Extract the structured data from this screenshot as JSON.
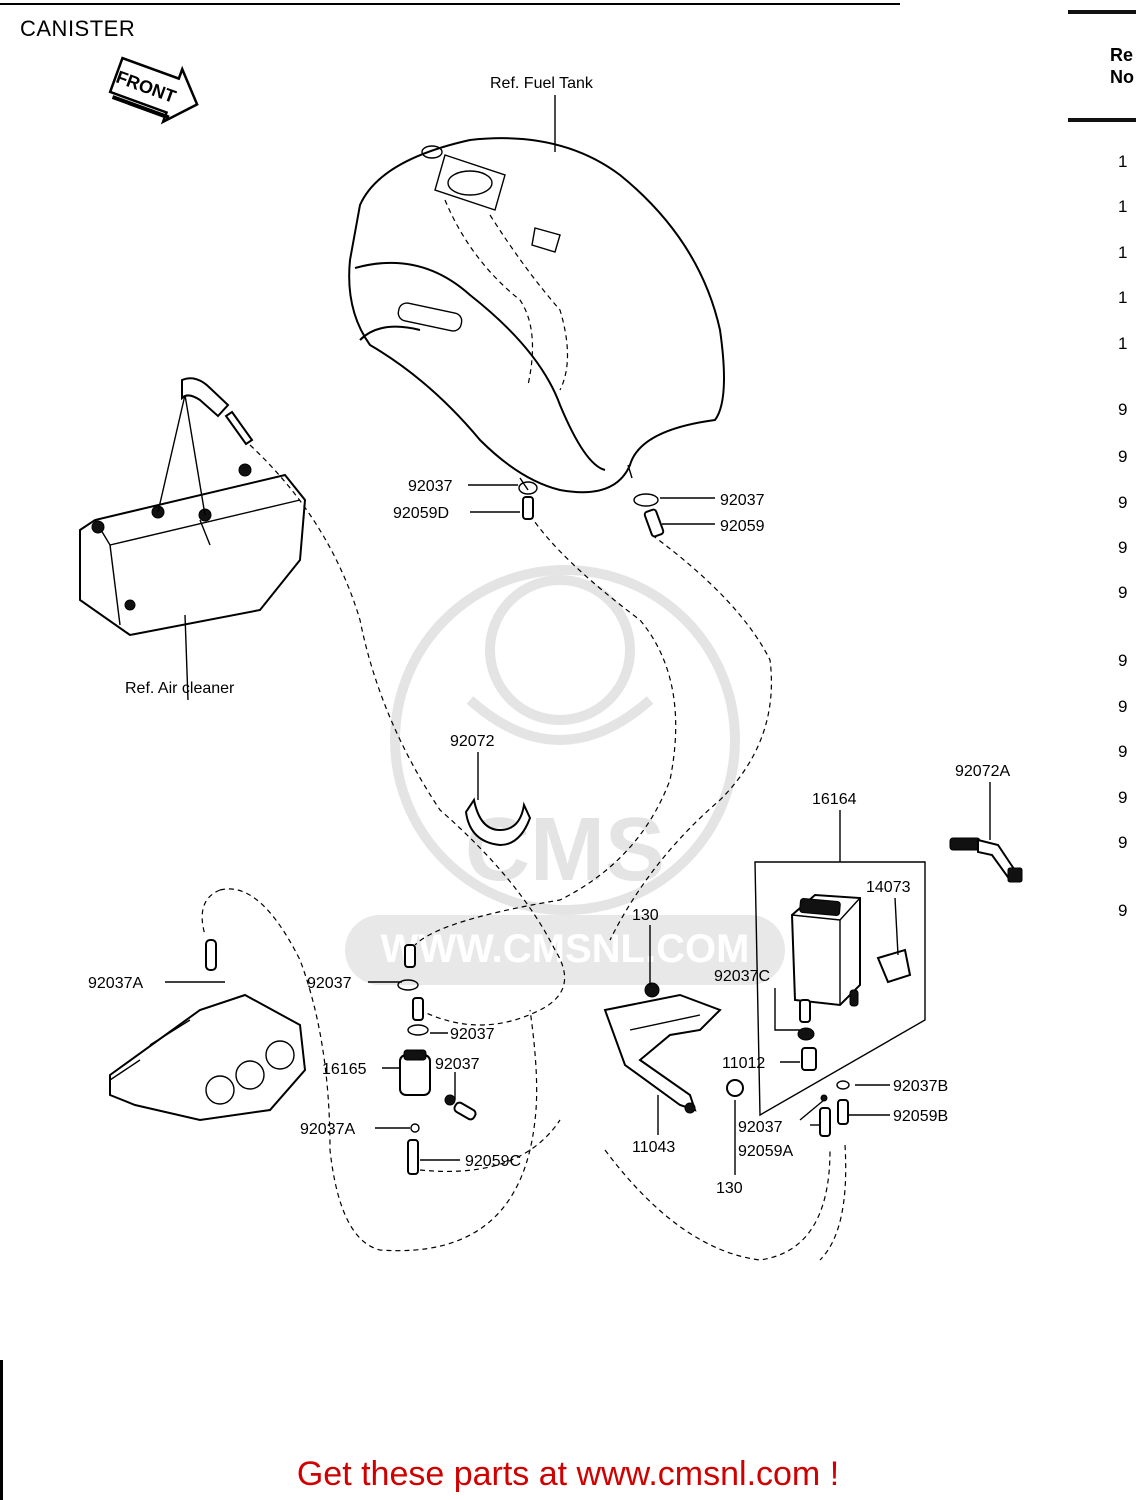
{
  "page": {
    "title": "CANISTER",
    "footer_link": "Get these parts at www.cmsnl.com !"
  },
  "watermark": {
    "text": "CMS",
    "url": "WWW.CMSNL.COM"
  },
  "orientation": {
    "front_label": "FRONT"
  },
  "reference_labels": {
    "fuel_tank": "Ref. Fuel Tank",
    "air_cleaner": "Ref. Air cleaner"
  },
  "callouts": [
    {
      "id": "c1",
      "label": "92037"
    },
    {
      "id": "c2",
      "label": "92059D"
    },
    {
      "id": "c3",
      "label": "92037"
    },
    {
      "id": "c4",
      "label": "92059"
    },
    {
      "id": "c5",
      "label": "92072"
    },
    {
      "id": "c6",
      "label": "92072A"
    },
    {
      "id": "c7",
      "label": "16164"
    },
    {
      "id": "c8",
      "label": "14073"
    },
    {
      "id": "c9",
      "label": "130"
    },
    {
      "id": "c10",
      "label": "92037C"
    },
    {
      "id": "c11",
      "label": "92037A"
    },
    {
      "id": "c12",
      "label": "92037"
    },
    {
      "id": "c13",
      "label": "92037"
    },
    {
      "id": "c14",
      "label": "16165"
    },
    {
      "id": "c15",
      "label": "92037"
    },
    {
      "id": "c16",
      "label": "11012"
    },
    {
      "id": "c17",
      "label": "92037B"
    },
    {
      "id": "c18",
      "label": "92037A"
    },
    {
      "id": "c19",
      "label": "92037"
    },
    {
      "id": "c20",
      "label": "92059B"
    },
    {
      "id": "c21",
      "label": "11043"
    },
    {
      "id": "c22",
      "label": "92059A"
    },
    {
      "id": "c23",
      "label": "92059C"
    },
    {
      "id": "c24",
      "label": "130"
    }
  ],
  "ref_column": {
    "header_line1": "Re",
    "header_line2": "No",
    "numbers": [
      "1",
      "1",
      "1",
      "1",
      "1",
      "9",
      "9",
      "9",
      "9",
      "9",
      "9",
      "9",
      "9",
      "9",
      "9",
      "9"
    ]
  }
}
